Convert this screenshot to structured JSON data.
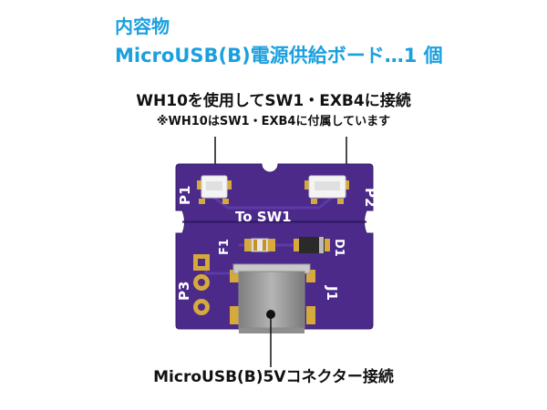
{
  "header": {
    "contents_label": "内容物",
    "product_line": "MicroUSB(B)電源供給ボード…1 個"
  },
  "notes": {
    "connect_instruction": "WH10を使用してSW1・EXB4に接続",
    "included_note": "※WH10はSW1・EXB4に付属しています",
    "connector_caption": "MicroUSB(B)5Vコネクター接続"
  },
  "board": {
    "silk_p1": "P1",
    "silk_p2": "P2",
    "silk_to_sw1": "To  SW1",
    "silk_f1": "F1",
    "silk_d1": "D1",
    "silk_p3": "P3",
    "silk_j1": "J1"
  },
  "colors": {
    "heading": "#1aa0de",
    "pcb": "#4b2a8a",
    "pad": "#d5a93c",
    "connector": "#9b9b9b"
  }
}
